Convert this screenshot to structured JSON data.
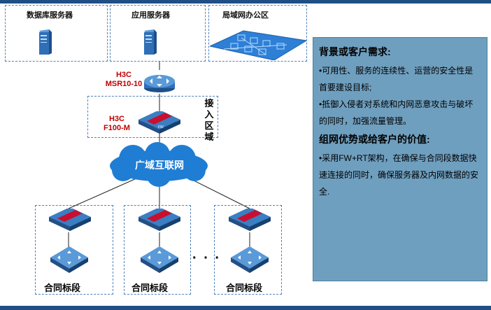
{
  "top_boxes": {
    "db_server": "数据库服务器",
    "app_server": "应用服务器",
    "lan_office": "局域网办公区"
  },
  "router": {
    "line1": "H3C",
    "line2": "MSR10-10"
  },
  "firewall": {
    "line1": "H3C",
    "line2": "F100-M",
    "color": "#c00000"
  },
  "access_zone": [
    "接",
    "入",
    "区",
    "域"
  ],
  "cloud": {
    "label": "广域互联网"
  },
  "branches": [
    "合同标段",
    "合同标段",
    "合同标段"
  ],
  "ellipsis": "· · ·",
  "panel": {
    "heading1": "背景或客户需求:",
    "items1": [
      "•可用性、服务的连续性、运营的安全性是首要建设目标;",
      "•抵御入侵者对系统和内网恶意攻击与破坏的同时，加强流量管理。"
    ],
    "heading2": "组网优势或给客户的价值:",
    "items2": [
      "•采用FW+RT架构，在确保与合同段数据快速连接的同时，确保服务器及内网数据的安全."
    ]
  },
  "colors": {
    "frame": "#1f4f84",
    "panel_bg": "#6f9fbf",
    "device_blue": "#3a7ec4",
    "cloud_blue": "#1f7dd4",
    "firewall_red": "#c8102e"
  }
}
